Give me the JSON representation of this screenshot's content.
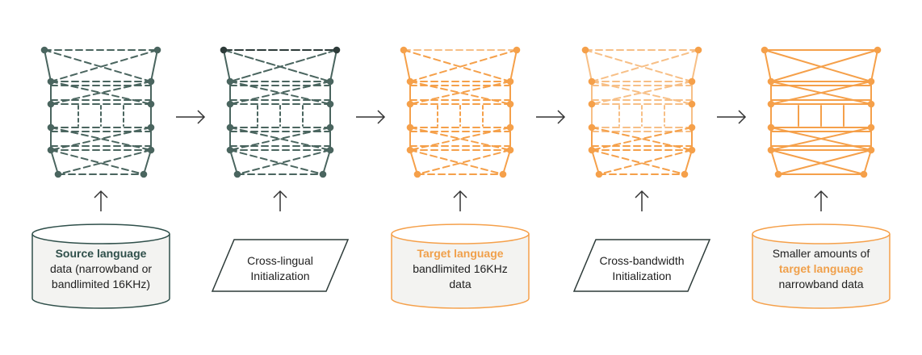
{
  "colors": {
    "teal": "#4a655f",
    "teal_dark": "#2f4f4a",
    "charcoal": "#2d3b39",
    "orange": "#f5a04a",
    "orange_light": "#f7bf86",
    "cylinder_fill": "#f3f3f1",
    "arrow": "#333333"
  },
  "stages": [
    {
      "network_style": "source-teal",
      "label_shape": "cylinder",
      "label_lines": [
        {
          "text": "Source language",
          "emphasis": "bold-teal"
        },
        {
          "text": "data (narrowband or",
          "emphasis": "none"
        },
        {
          "text": "bandlimited 16KHz)",
          "emphasis": "none"
        }
      ]
    },
    {
      "network_style": "cross-lingual-mixed",
      "label_shape": "parallelogram",
      "label_lines": [
        {
          "text": "Cross-lingual",
          "emphasis": "none"
        },
        {
          "text": "Initialization",
          "emphasis": "none"
        }
      ]
    },
    {
      "network_style": "target-orange",
      "label_shape": "cylinder",
      "label_lines": [
        {
          "text": "Target language",
          "emphasis": "bold-orange"
        },
        {
          "text": "bandlimited 16KHz",
          "emphasis": "none"
        },
        {
          "text": "data",
          "emphasis": "none"
        }
      ]
    },
    {
      "network_style": "cross-bandwidth-orange",
      "label_shape": "parallelogram",
      "label_lines": [
        {
          "text": "Cross-bandwidth",
          "emphasis": "none"
        },
        {
          "text": "Initialization",
          "emphasis": "none"
        }
      ]
    },
    {
      "network_style": "final-orange-solid",
      "label_shape": "cylinder",
      "label_lines": [
        {
          "text": "Smaller amounts of",
          "emphasis": "none"
        },
        {
          "text": "target language",
          "emphasis": "bold-orange"
        },
        {
          "text": "narrowband data",
          "emphasis": "none"
        }
      ]
    }
  ],
  "flow_arrows": [
    "right-arrow",
    "right-arrow",
    "right-arrow",
    "right-arrow"
  ],
  "input_arrows": [
    "up-arrow",
    "up-arrow",
    "up-arrow",
    "up-arrow",
    "up-arrow"
  ]
}
